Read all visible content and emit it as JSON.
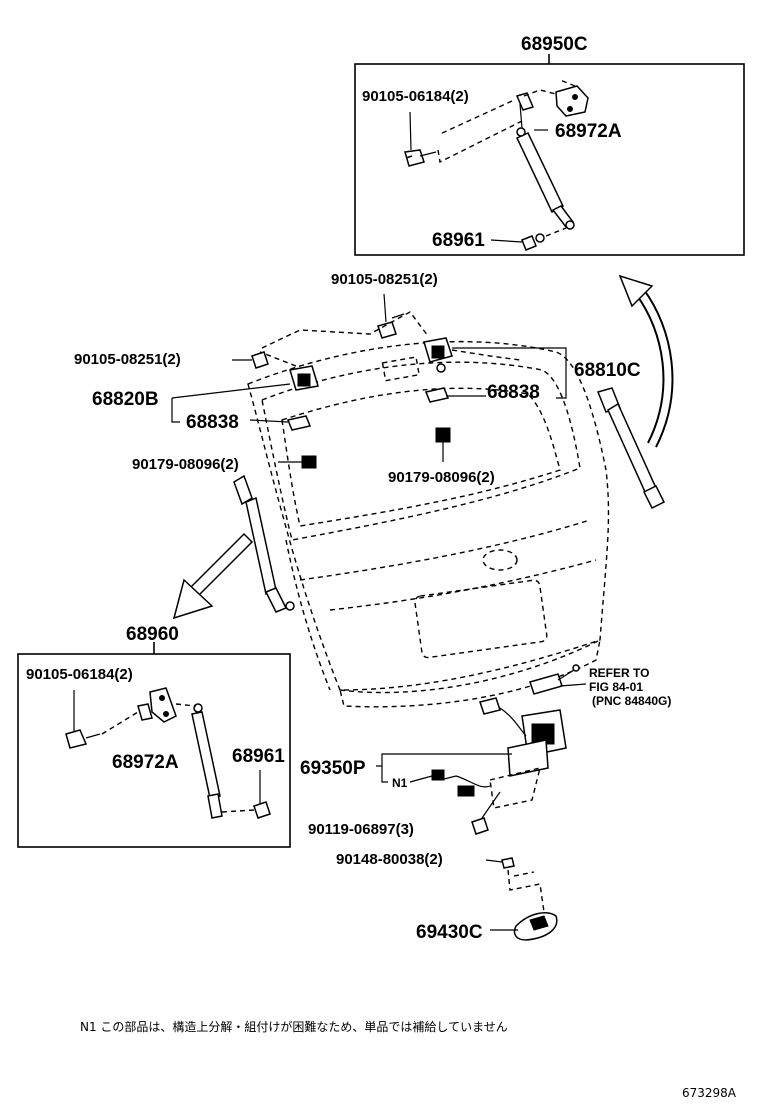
{
  "labels": {
    "top_assy": "68950C",
    "top_bolt": "90105-06184(2)",
    "top_bracket": "68972A",
    "top_ball": "68961",
    "upper_bolt": "90105-08251(2)",
    "left_bolt": "90105-08251(2)",
    "hinge_left": "68820B",
    "hinge_right": "68810C",
    "cushion_left": "68838",
    "cushion_right": "68838",
    "bumper_left": "90179-08096(2)",
    "bumper_center": "90179-08096(2)",
    "bot_assy": "68960",
    "bot_bolt": "90105-06184(2)",
    "bot_bracket": "68972A",
    "bot_ball": "68961",
    "refer_1": "REFER TO",
    "refer_2": "FIG 84-01",
    "refer_3": "(PNC 84840G)",
    "lock": "69350P",
    "n1": "N1",
    "screw_lock": "90119-06897(3)",
    "screw_striker": "90148-80038(2)",
    "striker": "69430C"
  },
  "footnote": "N1 この部品は、構造上分解・組付けが困難なため、単品では補給していません",
  "figure_id": "673298A"
}
